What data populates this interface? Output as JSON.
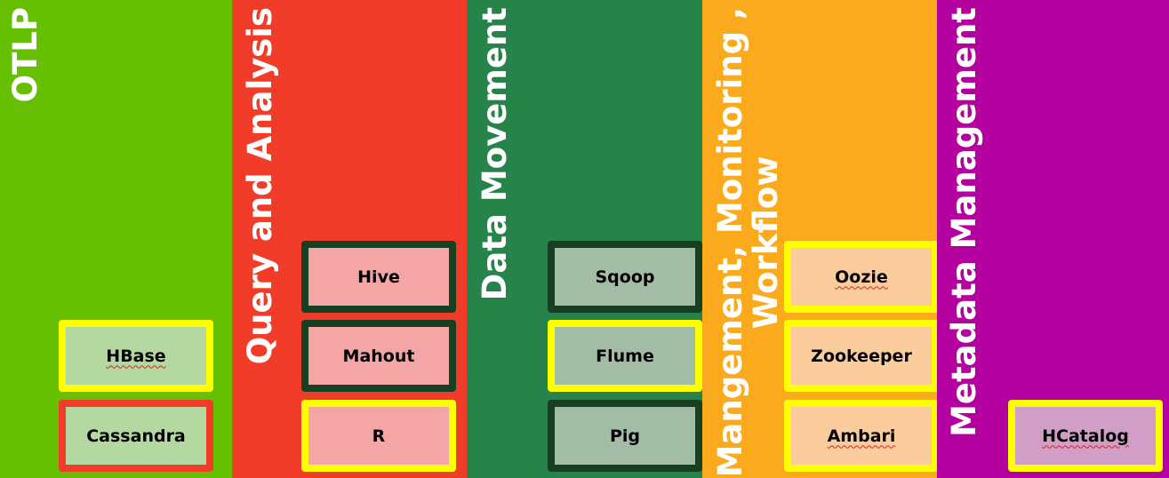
{
  "colors": {
    "otlp": "#66bf00",
    "query": "#f03c28",
    "movement": "#26844a",
    "management": "#fbaa1e",
    "metadata": "#b4009e",
    "yellow_border": "#ffff00",
    "red_border": "#f03c28",
    "dark_border": "#173f22"
  },
  "columns": [
    {
      "title": "OTLP",
      "items": [
        "HBase",
        "Cassandra"
      ]
    },
    {
      "title": "Query and Analysis",
      "items": [
        "Hive",
        "Mahout",
        "R"
      ]
    },
    {
      "title": "Data Movement",
      "items": [
        "Sqoop",
        "Flume",
        "Pig"
      ]
    },
    {
      "title_line1": "Mangement, Monitoring ,",
      "title_line2": "Workflow",
      "items": [
        "Oozie",
        "Zookeeper",
        "Ambari"
      ]
    },
    {
      "title": "Metadata Management",
      "items": [
        "HCatalog"
      ]
    }
  ]
}
